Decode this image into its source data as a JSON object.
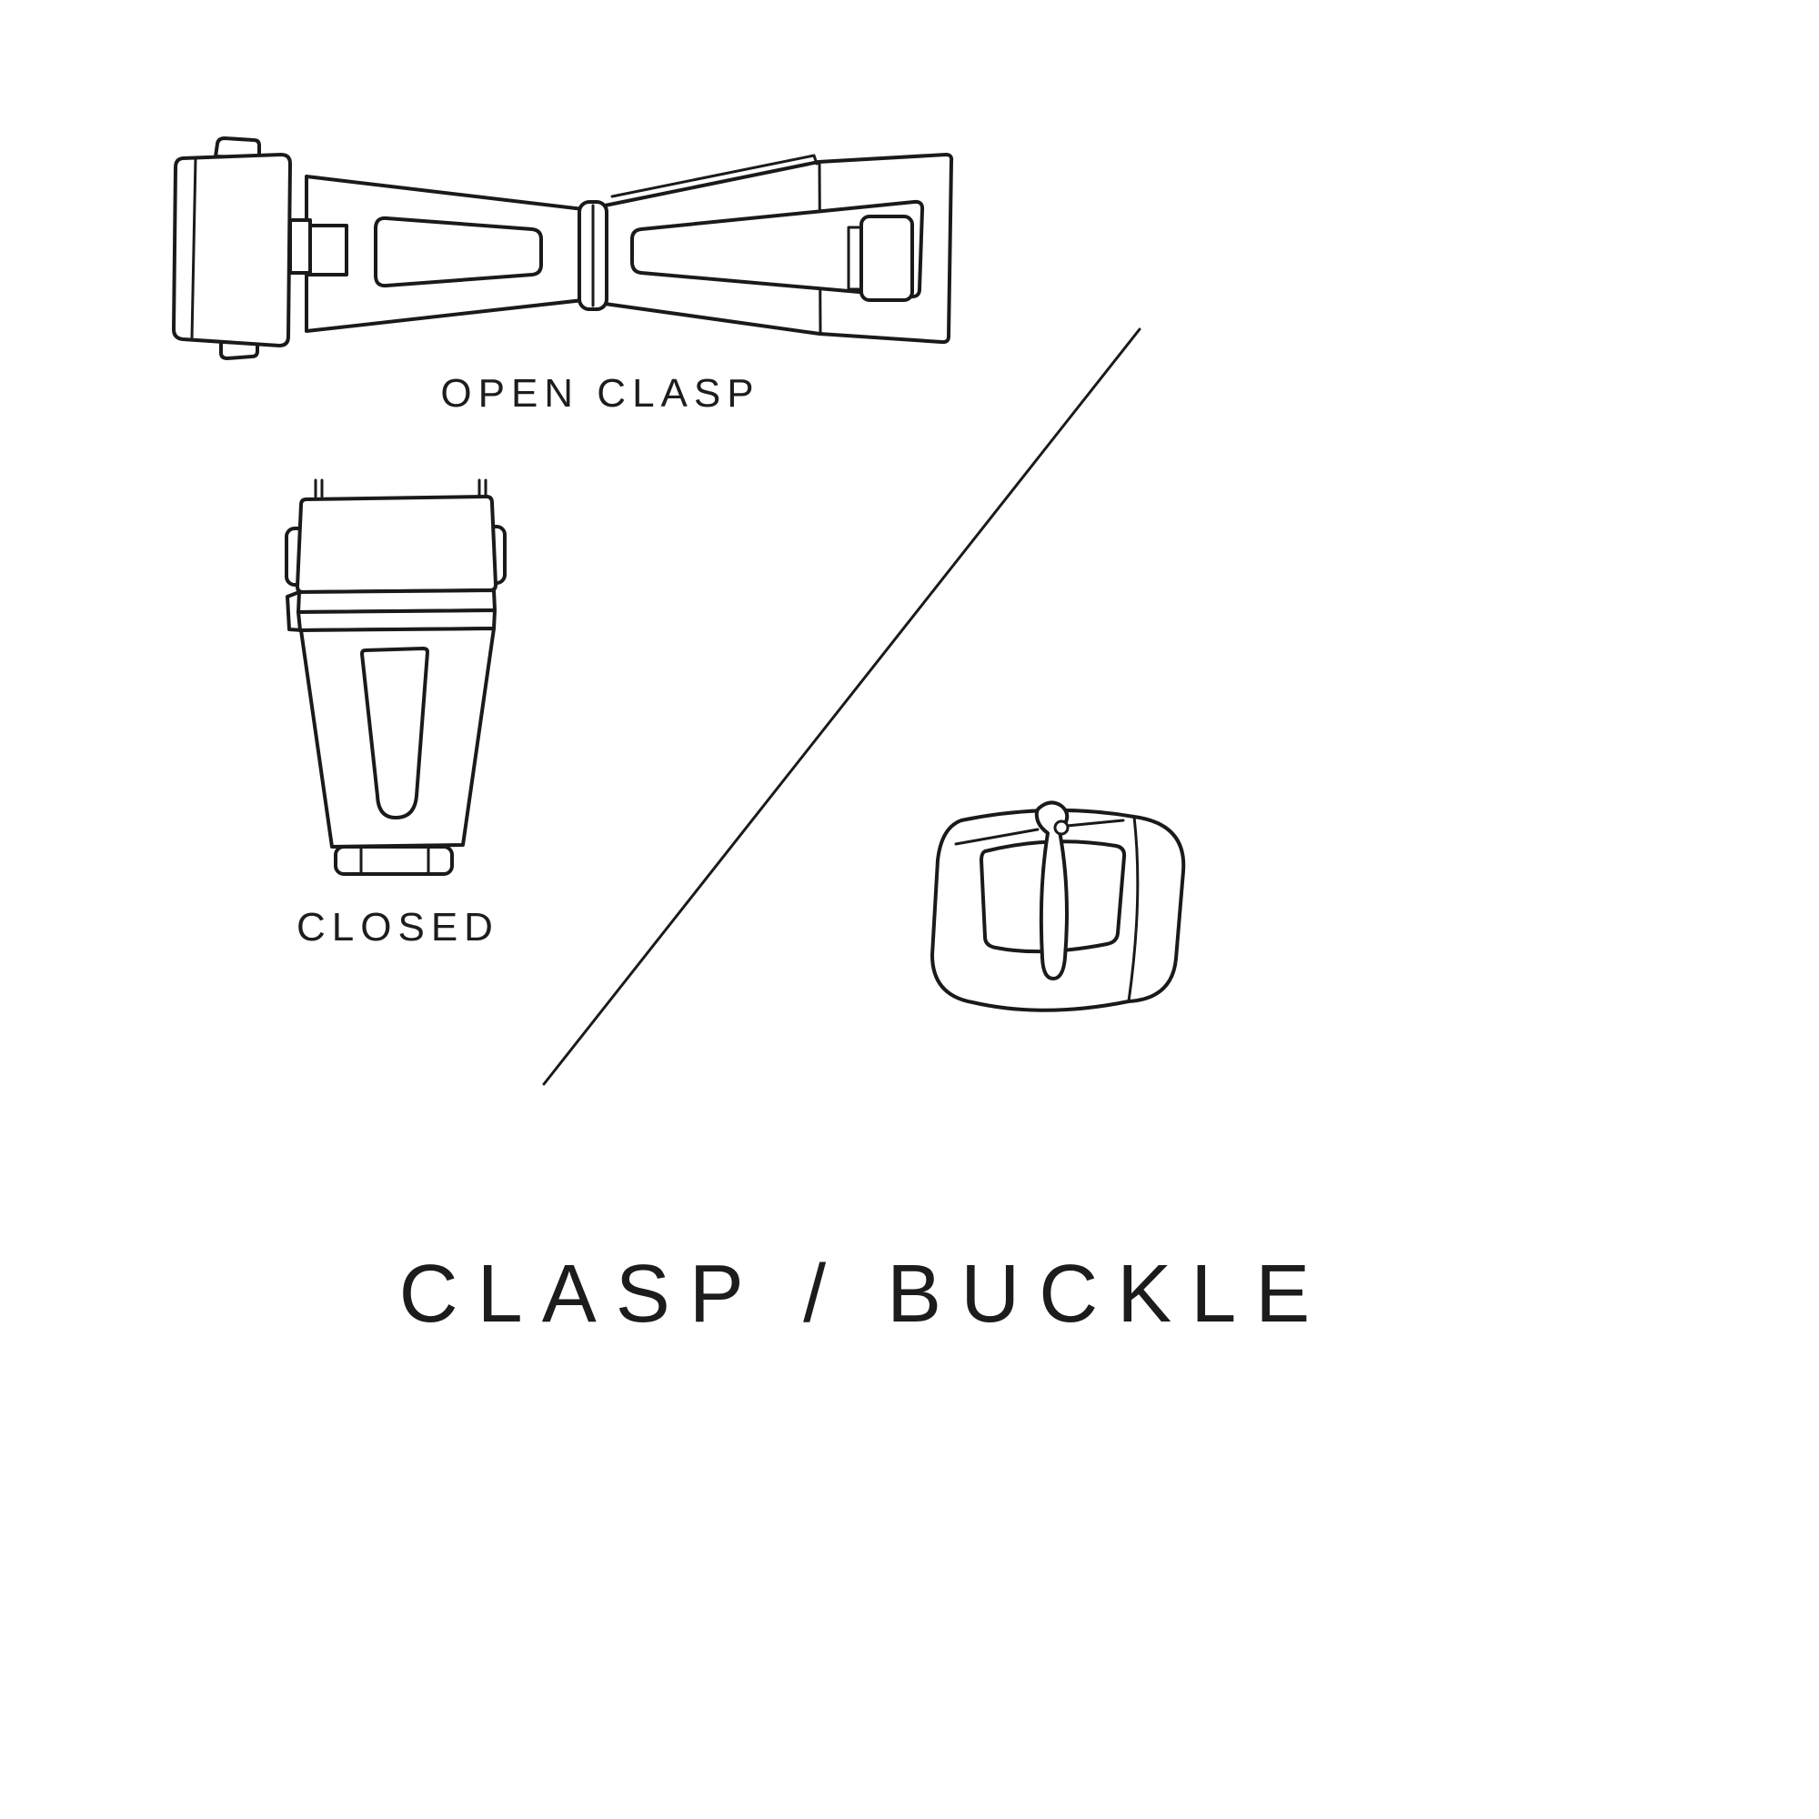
{
  "page": {
    "background": "#ffffff",
    "line_color": "#1a1a1a",
    "text_color": "#1d1d1d"
  },
  "figures": {
    "open_clasp": {
      "label": "OPEN CLASP",
      "illustration": "open-clasp-deployant-top-view"
    },
    "closed_clasp": {
      "label": "CLOSED",
      "illustration": "closed-clasp-front-view"
    },
    "buckle": {
      "illustration": "tang-buckle-perspective-view"
    }
  },
  "title": "CLASP / BUCKLE"
}
